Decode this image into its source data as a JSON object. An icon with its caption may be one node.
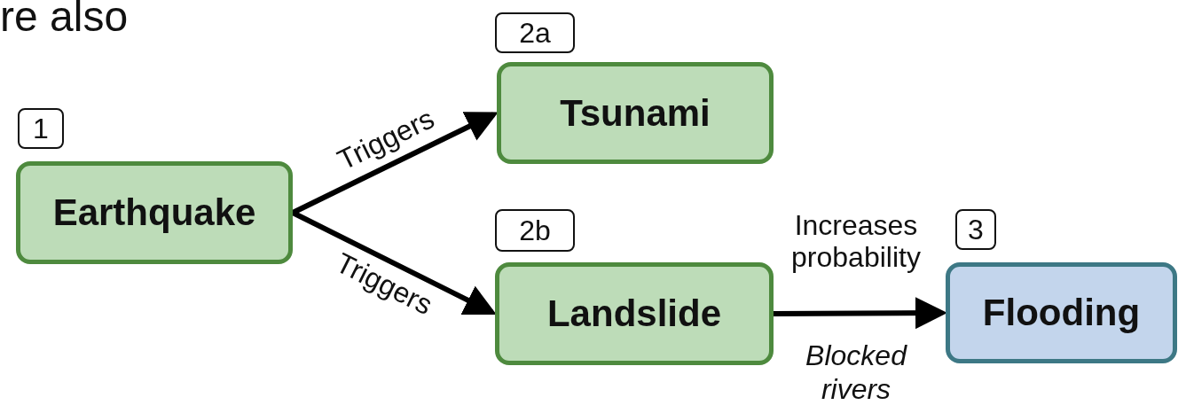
{
  "diagram": {
    "nodes": [
      {
        "text": [
          "2a"
        ]
      },
      {
        "text": [
          "Tsunami"
        ]
      },
      {
        "text": [
          "1"
        ]
      },
      {
        "text": [
          "Earthquake"
        ]
      },
      {
        "text": [
          "2b"
        ]
      },
      {
        "text": [
          "Landslide"
        ]
      },
      {
        "text": [
          "3"
        ]
      },
      {
        "text": [
          "Flooding"
        ]
      }
    ],
    "edges": [
      {
        "from": 3,
        "to": 1,
        "arrow": "to",
        "label": "Triggers"
      },
      {
        "from": 3,
        "to": 5,
        "arrow": "to",
        "label": "Triggers"
      },
      {
        "from": 5,
        "to": 7,
        "arrow": "to",
        "label": "Increases probability"
      }
    ],
    "labels": [
      "re also",
      "Blocked rivers"
    ]
  }
}
